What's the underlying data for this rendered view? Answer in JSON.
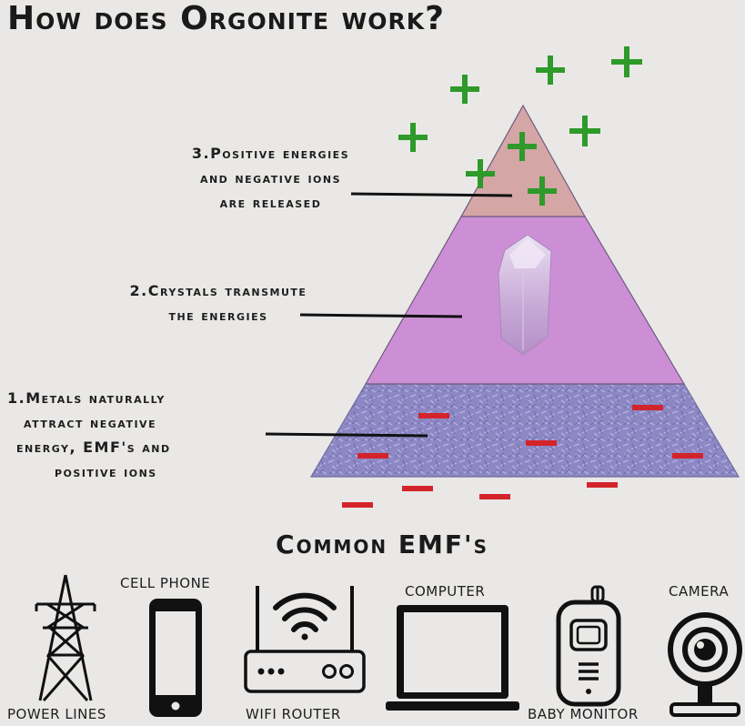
{
  "title": "How does Orgonite work?",
  "steps": {
    "step3": {
      "line1": "3.Positive energies",
      "line2": "and negative ions",
      "line3": "are released"
    },
    "step2": {
      "line1": "2.Crystals transmute",
      "line2": "the energies"
    },
    "step1": {
      "line1": "1.Metals naturally",
      "line2": "attract negative",
      "line3": "energy, EMF's and",
      "line4": "positive ions"
    }
  },
  "emf_heading": "Common EMF's",
  "devices": {
    "power_lines": "POWER LINES",
    "cell_phone": "CELL PHONE",
    "wifi_router": "WIFI ROUTER",
    "computer": "COMPUTER",
    "baby_monitor": "BABY MONITOR",
    "camera": "CAMERA"
  },
  "colors": {
    "top_layer": "#d4a6a6",
    "middle_layer": "#cc8fd6",
    "bottom_layer": "#8d88c4",
    "positive_symbol": "#2e9a2a",
    "negative_symbol": "#d3242b"
  },
  "icons": [
    "pyramid",
    "crystal-icon",
    "power-tower-icon",
    "phone-icon",
    "router-icon",
    "laptop-icon",
    "baby-monitor-icon",
    "webcam-icon"
  ]
}
